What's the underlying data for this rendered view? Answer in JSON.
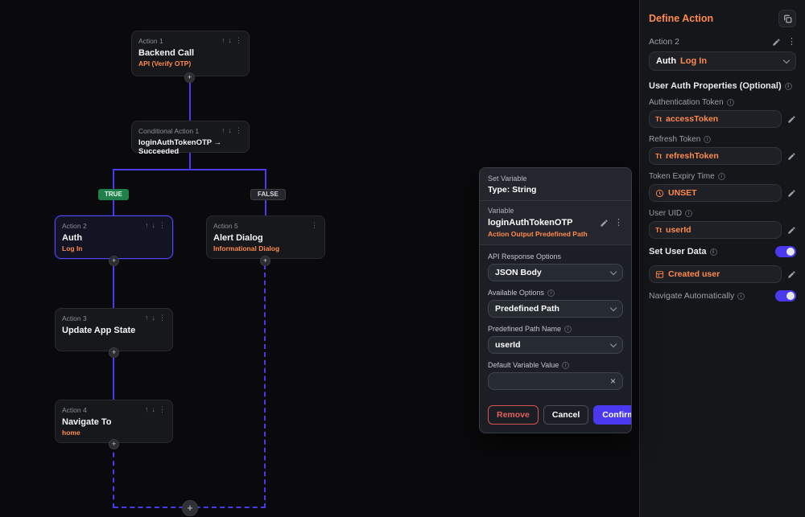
{
  "colors": {
    "accent_purple": "#4b39ef",
    "accent_orange": "#ff8a4c",
    "true_green": "#1f8149",
    "remove_red": "#e0635e"
  },
  "icons": {
    "plus": "+",
    "up": "↑",
    "down": "↓",
    "kebab": "⋮",
    "close": "×",
    "info": "i",
    "text_type": "Tt"
  },
  "canvas": {
    "action1": {
      "label": "Action 1",
      "title": "Backend Call",
      "subtitle": "API (Verify OTP)"
    },
    "conditional1": {
      "label": "Conditional Action 1",
      "title": "loginAuthTokenOTP → Succeeded"
    },
    "branch": {
      "true": "TRUE",
      "false": "FALSE"
    },
    "action2": {
      "label": "Action 2",
      "title": "Auth",
      "subtitle": "Log In"
    },
    "action5": {
      "label": "Action 5",
      "title": "Alert Dialog",
      "subtitle": "Informational Dialog"
    },
    "action3": {
      "label": "Action 3",
      "title": "Update App State"
    },
    "action4": {
      "label": "Action 4",
      "title": "Navigate To",
      "subtitle": "home"
    }
  },
  "popover": {
    "header_label": "Set Variable",
    "header_type": "Type: String",
    "variable_label": "Variable",
    "variable_name": "loginAuthTokenOTP",
    "variable_source": "Action Output Predefined Path",
    "groups": {
      "api": {
        "label": "API Response Options",
        "value": "JSON Body"
      },
      "available": {
        "label": "Available Options",
        "value": "Predefined Path"
      },
      "path": {
        "label": "Predefined Path Name",
        "value": "userId"
      },
      "default": {
        "label": "Default Variable Value",
        "value": ""
      }
    },
    "buttons": {
      "remove": "Remove",
      "cancel": "Cancel",
      "confirm": "Confirm"
    }
  },
  "panel": {
    "title": "Define Action",
    "action_label": "Action 2",
    "action_select": {
      "main": "Auth",
      "sub": "Log In"
    },
    "section_title": "User Auth Properties (Optional)",
    "fields": [
      {
        "label": "Authentication Token",
        "value": "accessToken"
      },
      {
        "label": "Refresh Token",
        "value": "refreshToken"
      },
      {
        "label": "Token Expiry Time",
        "value": "UNSET"
      },
      {
        "label": "User UID",
        "value": "userId"
      }
    ],
    "set_user_data": {
      "label": "Set User Data",
      "value": "Created user"
    },
    "navigate_label": "Navigate Automatically"
  }
}
